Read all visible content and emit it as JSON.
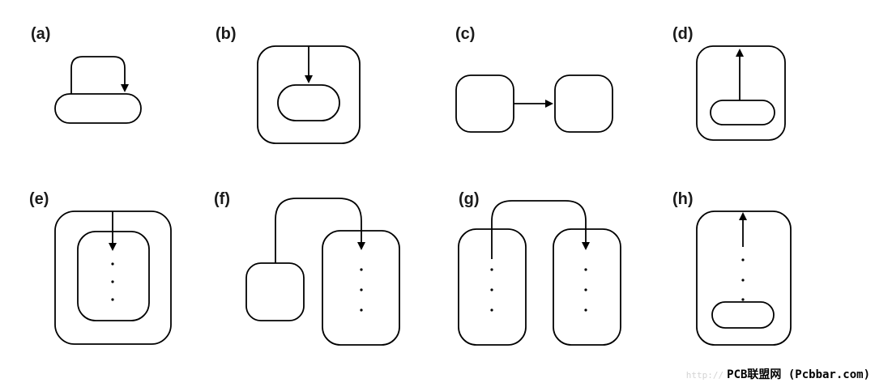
{
  "panels": {
    "a": {
      "label": "(a)"
    },
    "b": {
      "label": "(b)"
    },
    "c": {
      "label": "(c)"
    },
    "d": {
      "label": "(d)"
    },
    "e": {
      "label": "(e)"
    },
    "f": {
      "label": "(f)"
    },
    "g": {
      "label": "(g)"
    },
    "h": {
      "label": "(h)"
    }
  },
  "watermark": {
    "faint": "http://",
    "text": "PCB联盟网 (Pcbbar.com)"
  }
}
